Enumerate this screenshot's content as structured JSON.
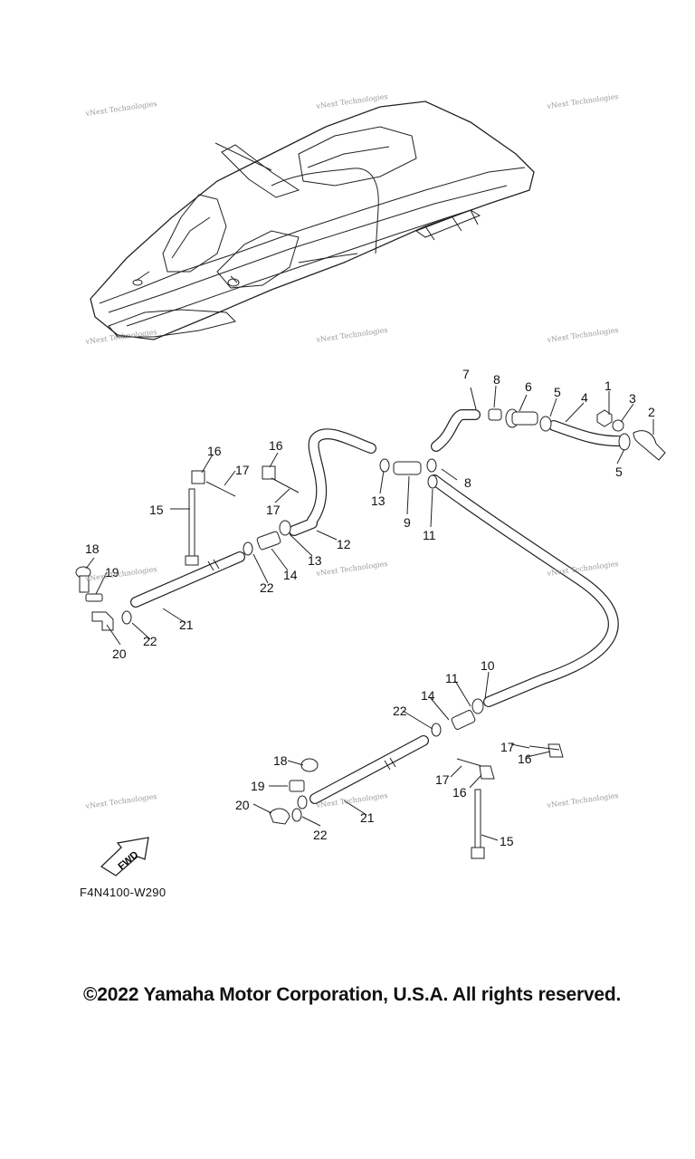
{
  "callouts": [
    "1",
    "2",
    "3",
    "4",
    "5",
    "6",
    "7",
    "8",
    "9",
    "10",
    "11",
    "12",
    "13",
    "14",
    "15",
    "16",
    "17",
    "18",
    "19",
    "20",
    "21",
    "22"
  ],
  "fwd_label": "FWD",
  "part_code": "F4N4100-W290",
  "watermark_text": "vNext Technologies",
  "copyright": "©2022 Yamaha Motor Corporation, U.S.A. All rights reserved.",
  "colors": {
    "line": "#222222",
    "watermark": "#9a9a9a"
  }
}
